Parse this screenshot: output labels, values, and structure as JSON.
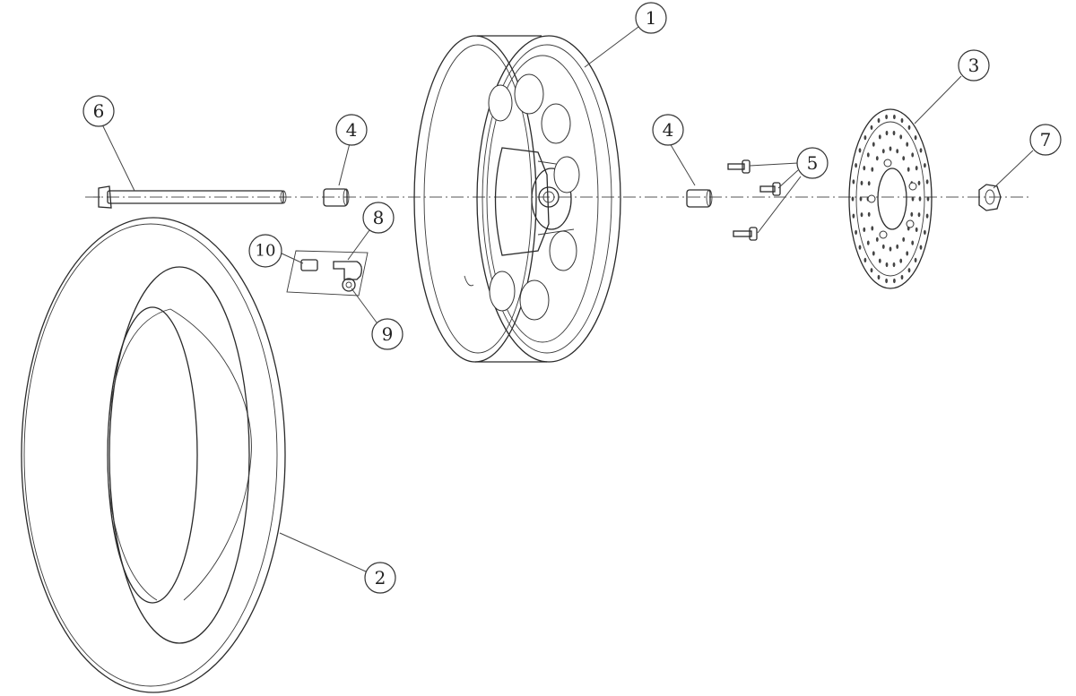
{
  "callouts": [
    {
      "id": "1",
      "part": "wheel-rim"
    },
    {
      "id": "2",
      "part": "tire"
    },
    {
      "id": "3",
      "part": "brake-disc"
    },
    {
      "id": "4",
      "part": "spacer-left"
    },
    {
      "id": "4",
      "part": "spacer-right"
    },
    {
      "id": "5",
      "part": "disc-bolts"
    },
    {
      "id": "6",
      "part": "axle"
    },
    {
      "id": "7",
      "part": "axle-nut"
    },
    {
      "id": "8",
      "part": "valve-stem"
    },
    {
      "id": "9",
      "part": "valve-nut"
    },
    {
      "id": "10",
      "part": "valve-cap"
    }
  ],
  "style": {
    "line_color": "#2a2a2a",
    "background": "#ffffff"
  }
}
